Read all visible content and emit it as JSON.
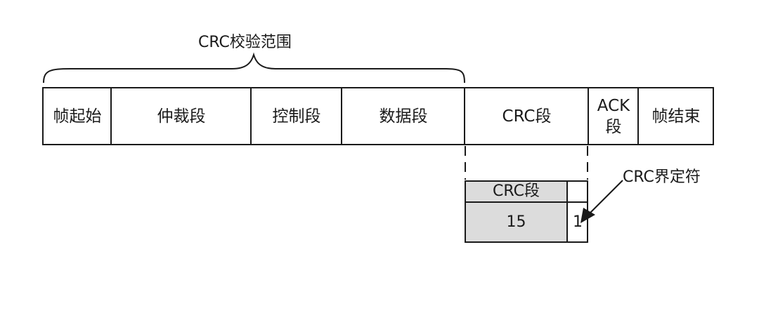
{
  "diagram": {
    "crc_range_label": "CRC校验范围",
    "crc_delimiter_label": "CRC界定符",
    "frame_fields": [
      {
        "label": "帧起始"
      },
      {
        "label": "仲裁段"
      },
      {
        "label": "控制段"
      },
      {
        "label": "数据段"
      },
      {
        "label": "CRC段"
      },
      {
        "label": "ACK\n段"
      },
      {
        "label": "帧结束"
      }
    ],
    "crc_detail": {
      "header_label": "CRC段",
      "sequence_bits": "15",
      "delimiter_bits": "1"
    },
    "colors": {
      "line": "#1a1a1a",
      "detail_fill": "#dcdcdc",
      "background": "#ffffff"
    }
  }
}
